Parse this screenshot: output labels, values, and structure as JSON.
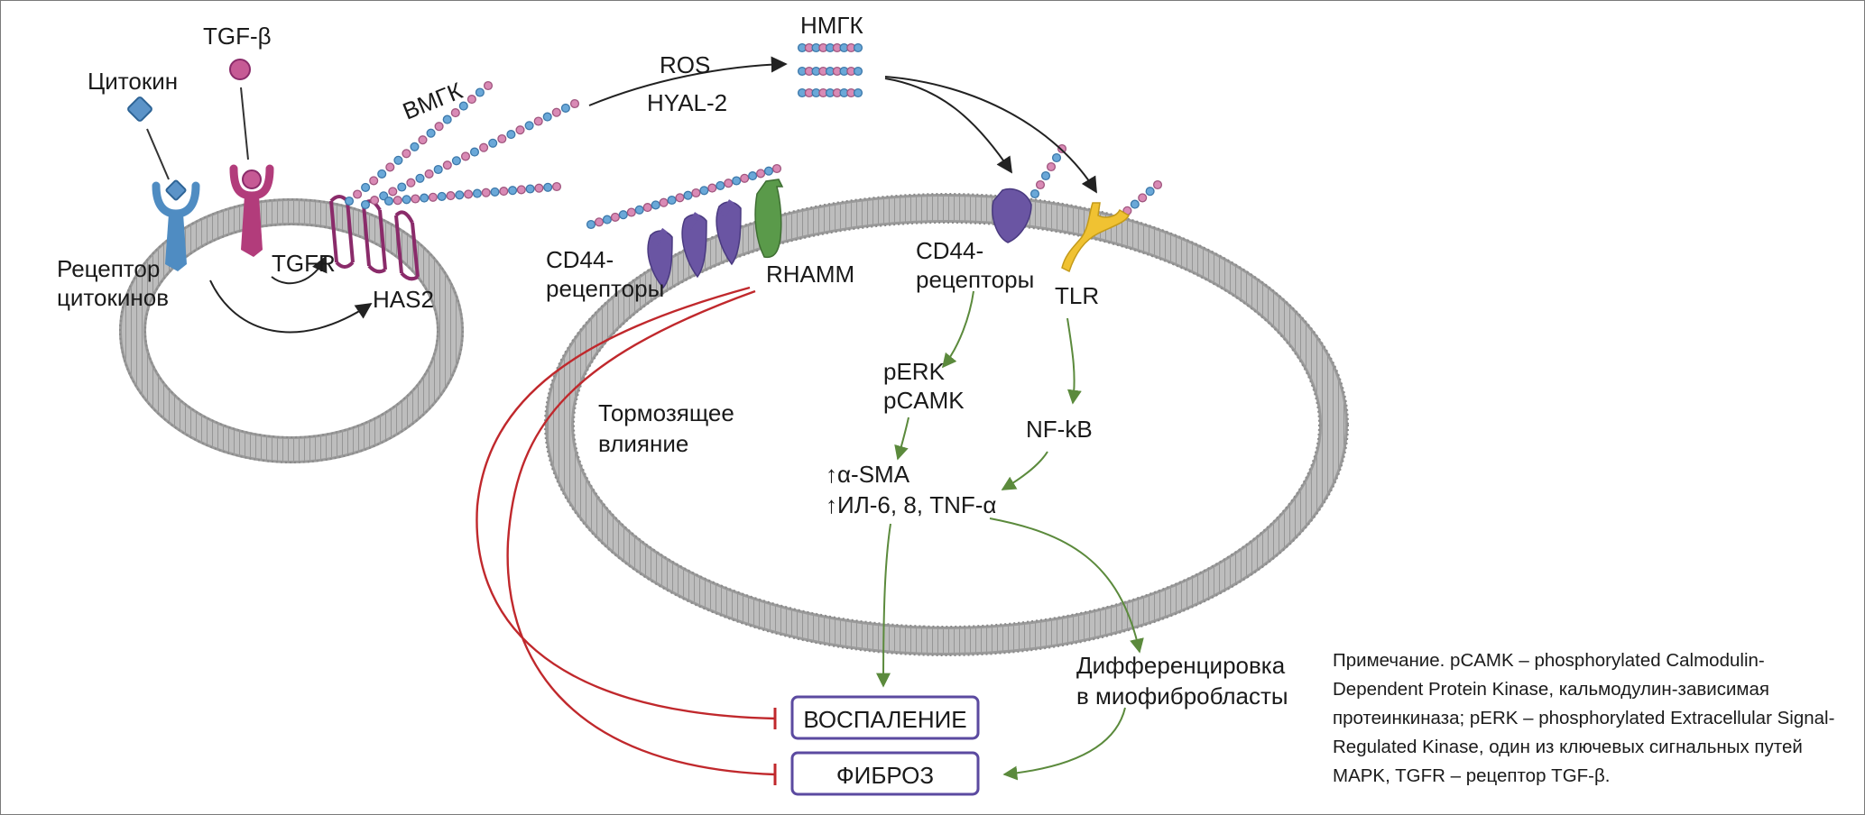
{
  "labels": {
    "cytokine": "Цитокин",
    "tgfb": "TGF-β",
    "vmgk": "ВМГК",
    "ros": "ROS",
    "hyal2": "HYAL-2",
    "nmgk": "НМГК",
    "receptor_cytokines_1": "Рецептор",
    "receptor_cytokines_2": "цитокинов",
    "tgfr": "TGFR",
    "has2": "HAS2",
    "cd44_left_1": "CD44-",
    "cd44_left_2": "рецепторы",
    "rhamm": "RHAMM",
    "cd44_right_1": "CD44-",
    "cd44_right_2": "рецепторы",
    "tlr": "TLR",
    "perk": "pERK",
    "pcamk": "pCAMK",
    "inhibitory_1": "Тормозящее",
    "inhibitory_2": "влияние",
    "nfkb": "NF-kB",
    "asma": "↑α-SMA",
    "il": "↑ИЛ-6, 8, TNF-α",
    "diff_1": "Дифференцировка",
    "diff_2": "в миофибробласты",
    "inflammation": "ВОСПАЛЕНИЕ",
    "fibrosis": "ФИБРОЗ"
  },
  "note": "Примечание. pCAMK – phosphorylated Calmodulin-Dependent Protein Kinase, кальмодулин-зависимая протеинкиназа; pERK – phosphorylated Extracellular Signal-Regulated Kinase, один из ключевых сигнальных путей MAPK, TGFR – рецептор TGF-β.",
  "colors": {
    "membrane": "#a9a9a9",
    "membrane_dark": "#8a8a8a",
    "cytokine_receptor": "#4f8cc2",
    "tgfr": "#b23c7b",
    "has2": "#8a2b6a",
    "cd44": "#6a55a3",
    "rhamm": "#5a9a4a",
    "tlr": "#f0c232",
    "hyaluronan_blue": "#6aa8d8",
    "hyaluronan_pink": "#d98ab5",
    "inhibit_red": "#c0282c",
    "activate_green": "#5b8a3c",
    "box_border": "#5b4aa0"
  }
}
